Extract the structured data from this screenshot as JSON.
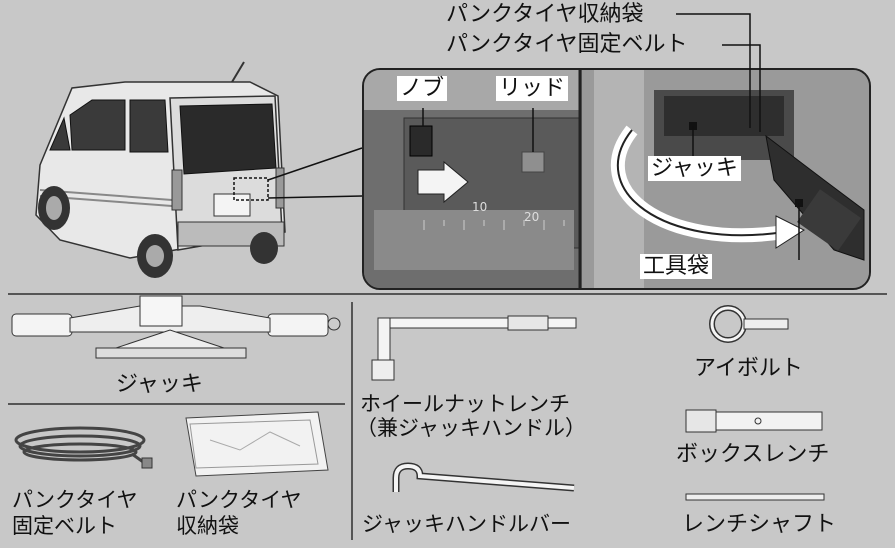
{
  "top_callouts": {
    "flat_tire_bag": "パンクタイヤ収納袋",
    "flat_tire_belt": "パンクタイヤ固定ベルト"
  },
  "left_photo": {
    "knob": "ノブ",
    "lid": "リッド",
    "scale_10": "10",
    "scale_20": "20"
  },
  "right_photo": {
    "jack": "ジャッキ",
    "tool_bag": "工具袋"
  },
  "tools": {
    "jack": "ジャッキ",
    "wheel_nut_wrench_line1": "ホイールナットレンチ",
    "wheel_nut_wrench_line2": "（兼ジャッキハンドル）",
    "jack_handle_bar": "ジャッキハンドルバー",
    "eye_bolt": "アイボルト",
    "box_wrench": "ボックスレンチ",
    "wrench_shaft": "レンチシャフト",
    "flat_tire_belt_line1": "パンクタイヤ",
    "flat_tire_belt_line2": "固定ベルト",
    "flat_tire_bag_line1": "パンクタイヤ",
    "flat_tire_bag_line2": "収納袋"
  }
}
